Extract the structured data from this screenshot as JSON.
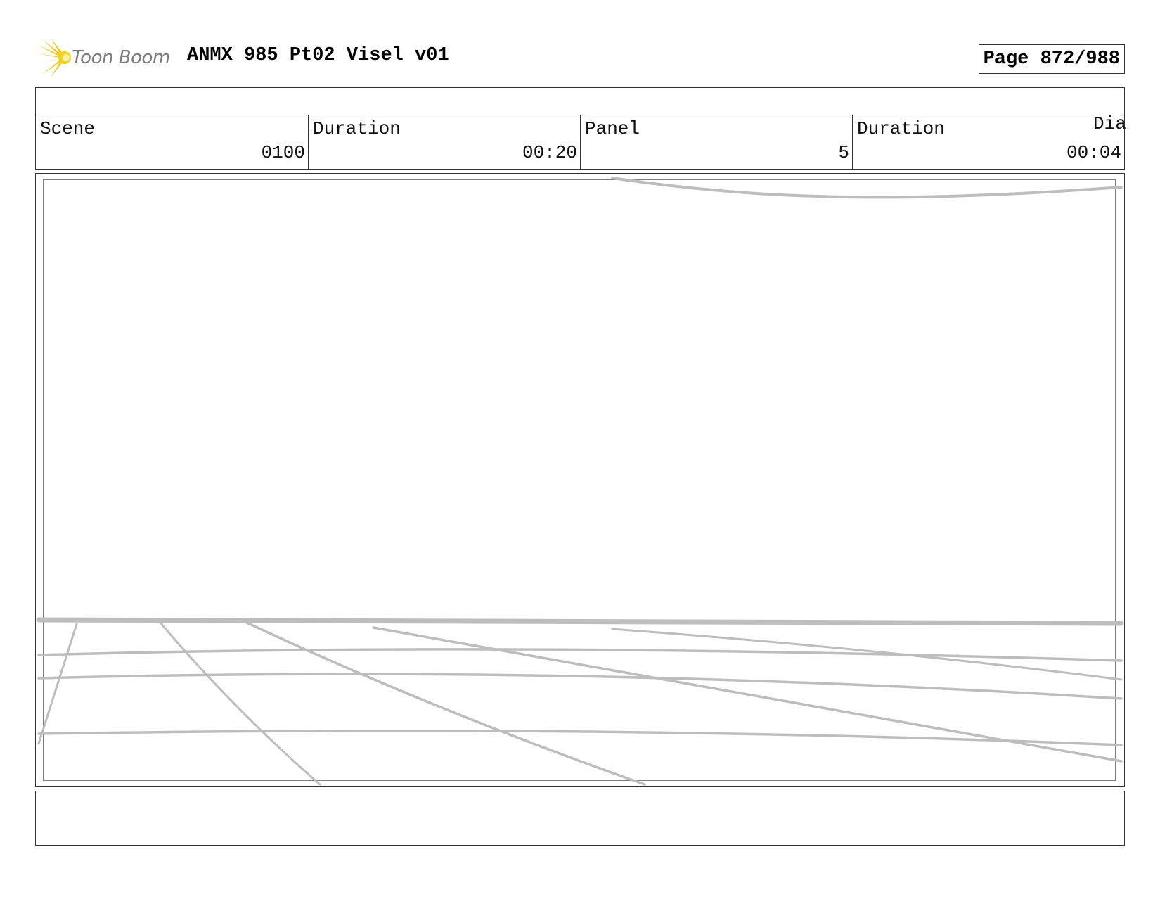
{
  "header": {
    "logo_text": "Toon Boom",
    "project_title": "ANMX 985 Pt02 Visel v01",
    "page_label": "Page 872/988"
  },
  "info": {
    "scene_label": "Scene",
    "scene_value": "0100",
    "scene_duration_label": "Duration",
    "scene_duration_value": "00:20",
    "panel_label": "Panel",
    "panel_value": "5",
    "panel_duration_label": "Duration",
    "panel_duration_value": "00:04",
    "dialog_label_partial": "Dia"
  },
  "colors": {
    "frame": "#333333",
    "sketch": "#bdbdbd",
    "logo_yellow": "#f5c400",
    "logo_text": "#7a7a7a"
  }
}
